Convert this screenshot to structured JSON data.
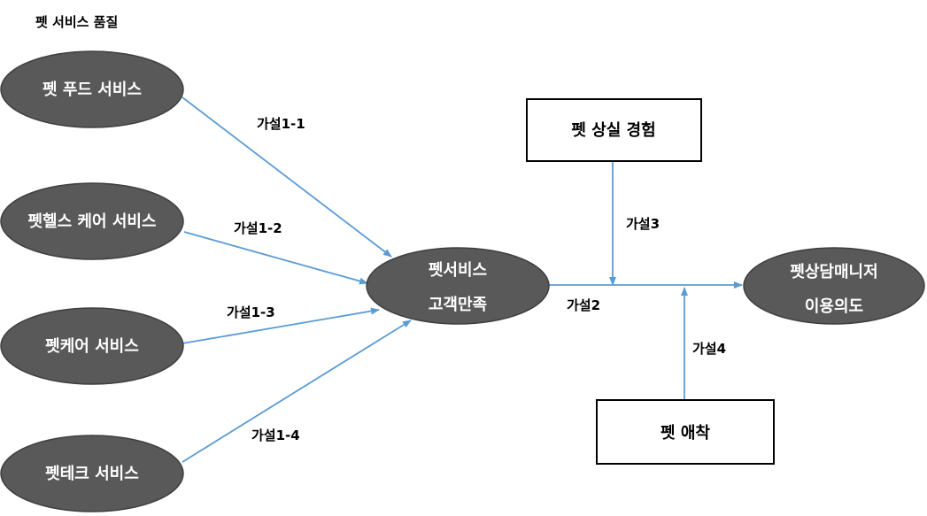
{
  "group_title": "펫 서비스 품질",
  "colors": {
    "ellipse_fill": "#595959",
    "arrow": "#5b9bd5",
    "box_border": "#000000"
  },
  "nodes": {
    "pet_food": {
      "label": "펫 푸드 서비스"
    },
    "pet_health": {
      "label": "펫헬스 케어 서비스"
    },
    "pet_care": {
      "label": "펫케어 서비스"
    },
    "pet_tech": {
      "label": "펫테크 서비스"
    },
    "satisfaction": {
      "line1": "펫서비스",
      "line2": "고객만족"
    },
    "intention": {
      "line1": "펫상담매니저",
      "line2": "이용의도"
    },
    "pet_loss": {
      "label": "펫 상실 경험"
    },
    "pet_attach": {
      "label": "펫 애착"
    }
  },
  "hypotheses": {
    "h1_1": "가설1-1",
    "h1_2": "가설1-2",
    "h1_3": "가설1-3",
    "h1_4": "가설1-4",
    "h2": "가설2",
    "h3": "가설3",
    "h4": "가설4"
  }
}
